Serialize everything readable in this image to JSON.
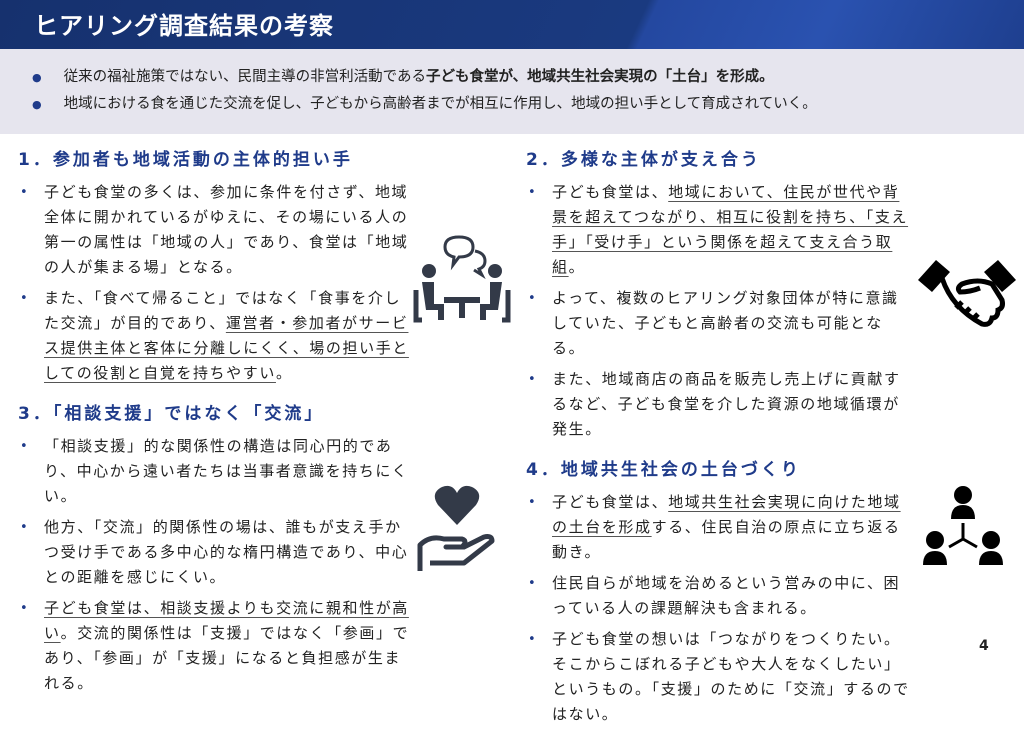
{
  "header": {
    "title": "ヒアリング調査結果の考察"
  },
  "summary": [
    {
      "normal": "従来の福祉施策ではない、民間主導の非営利活動である",
      "bold": "子ども食堂が、地域共生社会実現の「土台」を形成。"
    },
    {
      "normal": "地域における食を通じた交流を促し、子どもから高齢者までが相互に作用し、地域の担い手として育成されていく。",
      "bold": ""
    }
  ],
  "sections": [
    {
      "title": "1．参加者も地域活動の主体的担い手",
      "icon": "meeting-people-icon",
      "bullets": [
        {
          "segments": [
            {
              "text": "子ども食堂の多くは、参加に条件を付さず、地域全体に開かれているがゆえに、その場にいる人の第一の属性は「地域の人」であり、食堂は「地域の人が集まる場」となる。",
              "u": false
            }
          ]
        },
        {
          "segments": [
            {
              "text": "また、「食べて帰ること」ではなく「食事を介した交流」が目的であり、",
              "u": false
            },
            {
              "text": "運営者・参加者がサービス提供主体と客体に分離しにくく、場の担い手としての役割と自覚を持ちやすい",
              "u": true
            },
            {
              "text": "。",
              "u": false
            }
          ]
        }
      ]
    },
    {
      "title": "2．多様な主体が支え合う",
      "icon": "handshake-icon",
      "bullets": [
        {
          "segments": [
            {
              "text": "子ども食堂は、",
              "u": false
            },
            {
              "text": "地域において、住民が世代や背景を超えてつながり、相互に役割を持ち、「支え手」「受け手」という関係を超えて支え合う取組",
              "u": true
            },
            {
              "text": "。",
              "u": false
            }
          ]
        },
        {
          "segments": [
            {
              "text": "よって、複数のヒアリング対象団体が特に意識していた、子どもと高齢者の交流も可能となる。",
              "u": false
            }
          ]
        },
        {
          "segments": [
            {
              "text": "また、地域商店の商品を販売し売上げに貢献するなど、子ども食堂を介した資源の地域循環が発生。",
              "u": false
            }
          ]
        }
      ]
    },
    {
      "title": "3．「相談支援」ではなく「交流」",
      "icon": "heart-hand-icon",
      "bullets": [
        {
          "segments": [
            {
              "text": "「相談支援」的な関係性の構造は同心円的であり、中心から遠い者たちは当事者意識を持ちにくい。",
              "u": false
            }
          ]
        },
        {
          "segments": [
            {
              "text": "他方、「交流」的関係性の場は、誰もが支え手かつ受け手である多中心的な楕円構造であり、中心との距離を感じにくい。",
              "u": false
            }
          ]
        },
        {
          "segments": [
            {
              "text": "子ども食堂は、相談支援よりも交流に親和性が高い",
              "u": true
            },
            {
              "text": "。交流的関係性は「支援」ではなく「参画」であり、「参画」が「支援」になると負担感が生まれる。",
              "u": false
            }
          ]
        }
      ]
    },
    {
      "title": "4．地域共生社会の土台づくり",
      "icon": "network-people-icon",
      "bullets": [
        {
          "segments": [
            {
              "text": "子ども食堂は、",
              "u": false
            },
            {
              "text": "地域共生社会実現に向けた地域の土台を形成",
              "u": true
            },
            {
              "text": "する、住民自治の原点に立ち返る動き。",
              "u": false
            }
          ]
        },
        {
          "segments": [
            {
              "text": "住民自らが地域を治めるという営みの中に、困っている人の課題解決も含まれる。",
              "u": false
            }
          ]
        },
        {
          "segments": [
            {
              "text": "子ども食堂の想いは「つながりをつくりたい。そこからこぼれる子どもや大人をなくしたい」というもの。「支援」のために「交流」するのではない。",
              "u": false
            }
          ]
        }
      ]
    }
  ],
  "page_number": "4"
}
